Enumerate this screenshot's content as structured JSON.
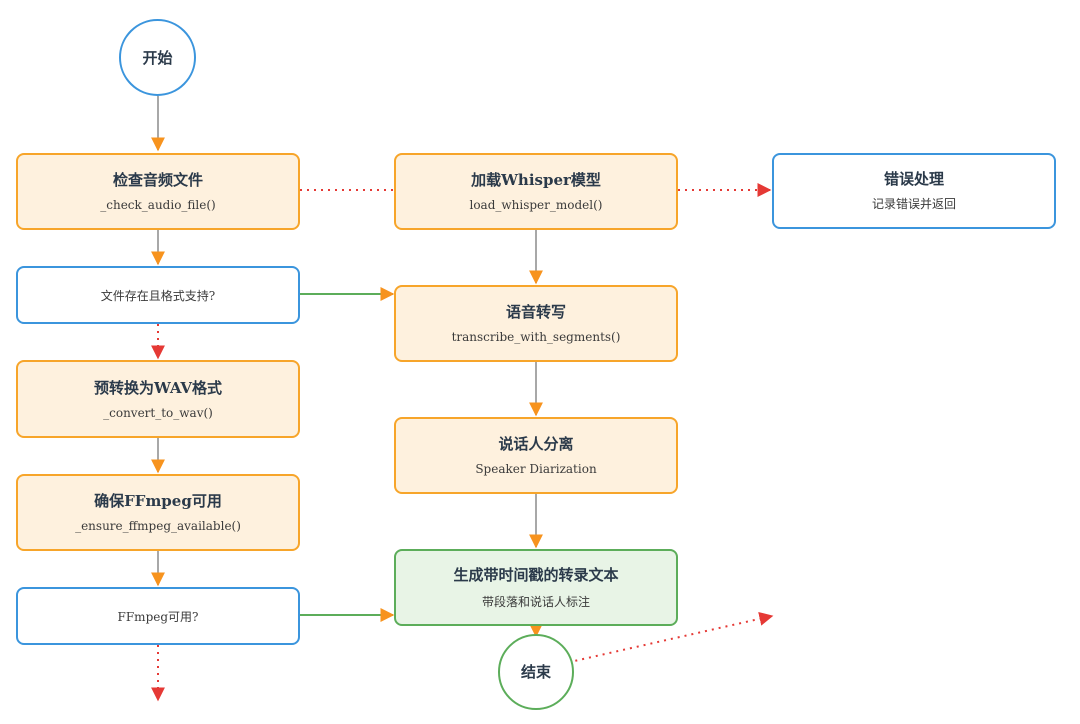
{
  "nodes": {
    "start": {
      "label": "开始"
    },
    "check_audio": {
      "title": "检查音频文件",
      "subtitle": "_check_audio_file()"
    },
    "file_ok": {
      "label": "文件存在且格式支持?"
    },
    "convert_wav": {
      "title": "预转换为WAV格式",
      "subtitle": "_convert_to_wav()"
    },
    "ensure_ffmpeg": {
      "title": "确保FFmpeg可用",
      "subtitle": "_ensure_ffmpeg_available()"
    },
    "ffmpeg_ok": {
      "label": "FFmpeg可用?"
    },
    "load_whisper": {
      "title": "加载Whisper模型",
      "subtitle": "load_whisper_model()"
    },
    "transcribe": {
      "title": "语音转写",
      "subtitle": "transcribe_with_segments()"
    },
    "diarize": {
      "title": "说话人分离",
      "subtitle": "Speaker Diarization"
    },
    "generate": {
      "title": "生成带时间戳的转录文本",
      "subtitle": "带段落和说话人标注"
    },
    "error": {
      "title": "错误处理",
      "subtitle": "记录错误并返回"
    },
    "end": {
      "label": "结束"
    }
  },
  "colors": {
    "process_fill": "#fef1de",
    "process_border": "#f7a52a",
    "decision_border": "#3b95dd",
    "output_fill": "#e8f4e6",
    "output_border": "#5cad5a",
    "arrow_gray": "#a8a8a8",
    "arrow_head_orange": "#f7931e",
    "arrow_green": "#5cad5a",
    "arrow_red": "#e53935"
  }
}
